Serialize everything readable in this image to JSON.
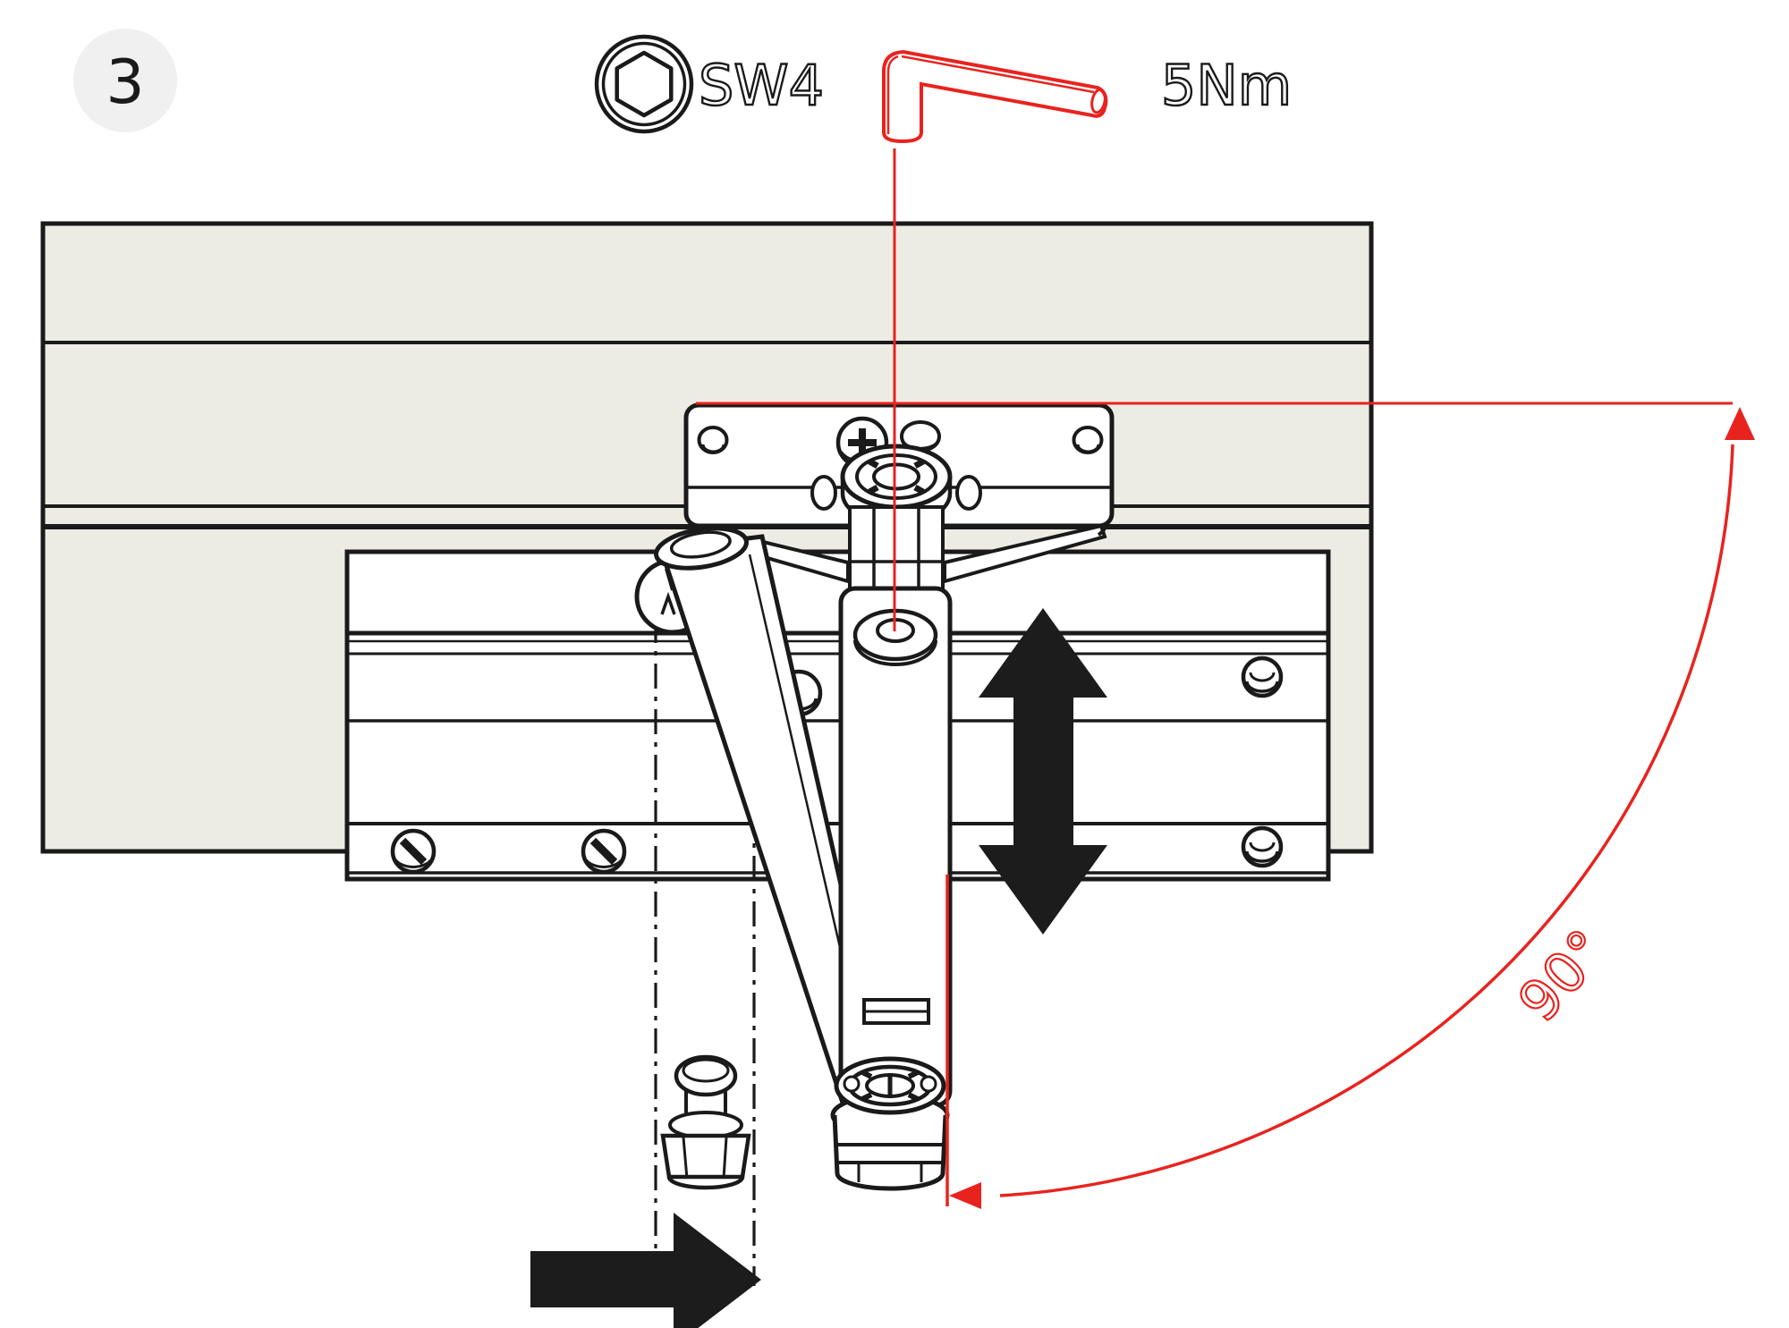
{
  "step_badge": {
    "number": "3"
  },
  "tool_info": {
    "socket_size": "SW4",
    "torque": "5Nm"
  },
  "annotation": {
    "swing_angle": "90°"
  },
  "colors": {
    "accent_red": "#e8231e",
    "ink": "#1a1a1a",
    "panel_beige": "#edece4",
    "badge_bg": "#f0f0f1",
    "arrow_black": "#1c1c1c"
  },
  "icons": {
    "step_badge": "circled-number-badge",
    "hex_socket": "hex-socket-icon",
    "allen_key": "allen-key-icon",
    "vertical_adjust": "up-down-arrow-icon",
    "slide_direction": "right-arrow-icon",
    "swing_arc": "90-degree-swing-arc",
    "rotation_axis": "red-axis-line"
  }
}
